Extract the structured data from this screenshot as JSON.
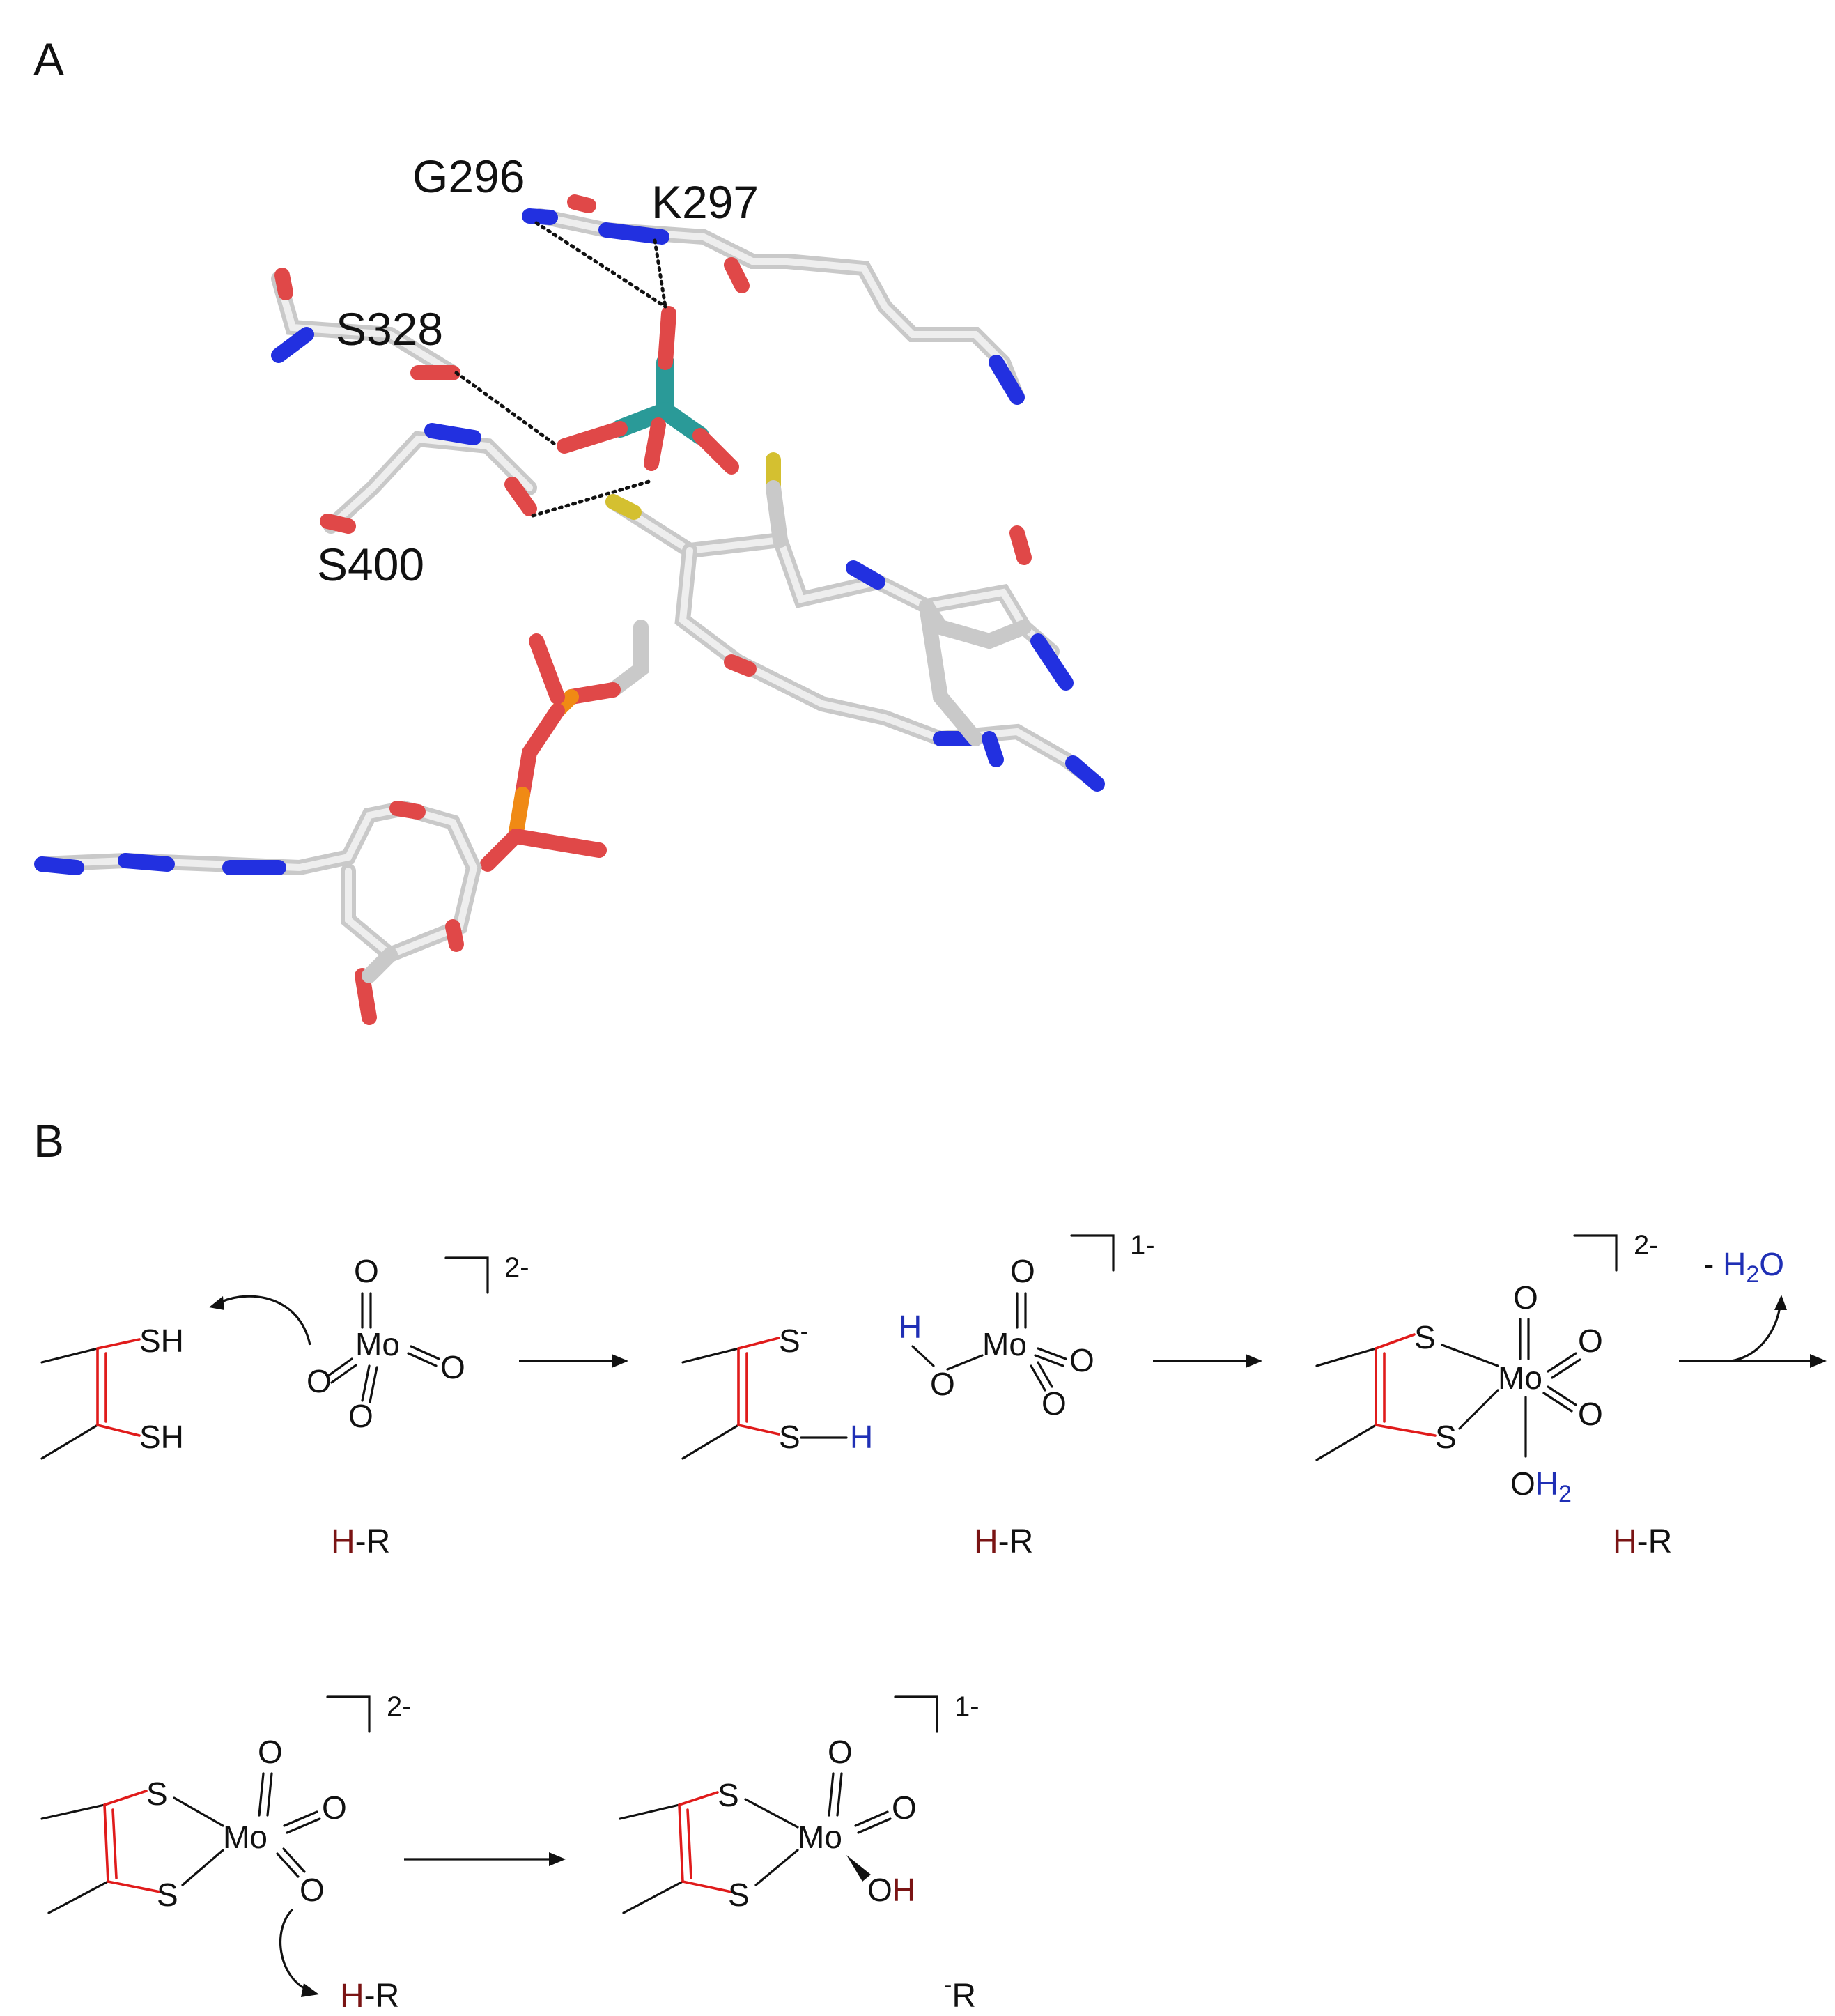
{
  "panel_a": {
    "letter": "A",
    "residues": {
      "g296": "G296",
      "k297": "K297",
      "s328": "S328",
      "s400": "S400"
    },
    "atom_colors": {
      "carbon": "#c9c9c9",
      "nitrogen": "#2230e0",
      "oxygen": "#e04848",
      "sulfur": "#d4c030",
      "phosphorus": "#f08a14",
      "molybdenum": "#2a9a98"
    }
  },
  "panel_b": {
    "letter": "B",
    "steps": {
      "s1": {
        "charge": "2-",
        "thiol_1": "SH",
        "thiol_2": "SH",
        "metal": "Mo",
        "oxo": "O",
        "label_h": "H",
        "label_r": "-R"
      },
      "s2": {
        "charge": "1-",
        "thiolate": "S",
        "thiolate_sup": "-",
        "thiol": "S",
        "thiol_h": "H",
        "hydroxyl_h": "H",
        "hydroxyl_o": "O",
        "metal": "Mo",
        "oxo": "O",
        "label_h": "H",
        "label_r": "-R"
      },
      "s3": {
        "charge": "2-",
        "s_top": "S",
        "s_bottom": "S",
        "metal": "Mo",
        "oxo": "O",
        "water_o": "O",
        "water_h": "H",
        "water_sub": "2",
        "label_h": "H",
        "label_r": "-R",
        "loss_prefix": "- ",
        "loss_h": "H",
        "loss_sub": "2",
        "loss_o": "O"
      },
      "s4": {
        "charge": "2-",
        "s_top": "S",
        "s_bottom": "S",
        "metal": "Mo",
        "oxo": "O",
        "label_h": "H",
        "label_r": "-R"
      },
      "s5": {
        "charge": "1-",
        "s_top": "S",
        "s_bottom": "S",
        "metal": "Mo",
        "oxo": "O",
        "hydroxyl_o": "O",
        "hydroxyl_h": "H",
        "label_sup": "-",
        "label_r": "R"
      }
    },
    "colors": {
      "dithiolene": "#e01b1b",
      "proton": "#1f2fb5",
      "substrate_h": "#7a1414"
    }
  }
}
